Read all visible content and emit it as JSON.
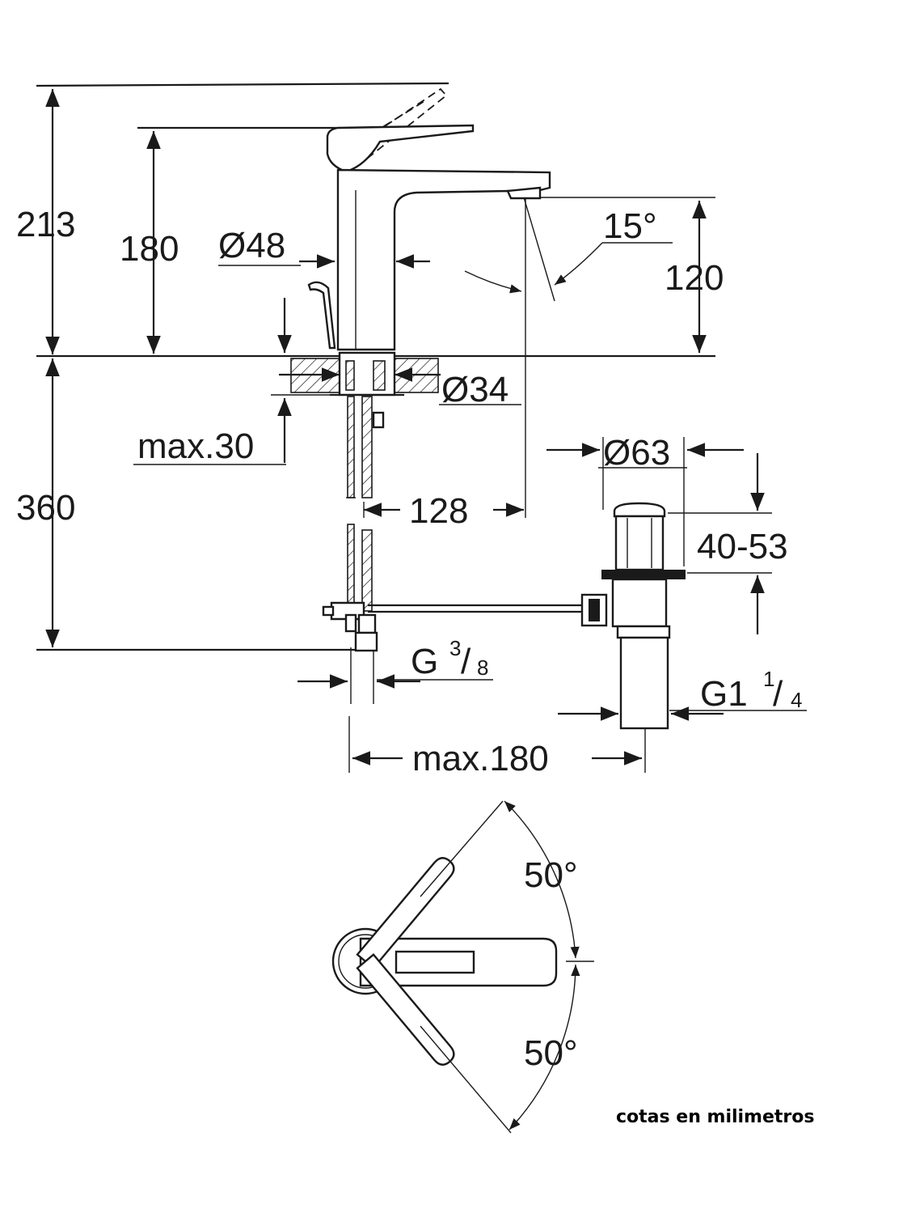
{
  "dimensions": {
    "total_height": "213",
    "spout_height": "180",
    "body_diameter": "Ø48",
    "spout_angle": "15°",
    "spout_outlet_height": "120",
    "mount_hole": "Ø34",
    "max_deck": "max.30",
    "lower_height": "360",
    "reach": "128",
    "waste_diameter": "Ø63",
    "waste_range": "40-53",
    "inlet_thread": "G",
    "inlet_thread_num": "3",
    "inlet_thread_den": "8",
    "waste_thread": "G1",
    "waste_thread_num": "1",
    "waste_thread_den": "4",
    "max_projection": "max.180",
    "lever_angle_up": "50°",
    "lever_angle_down": "50°"
  },
  "note": "cotas en milimetros"
}
